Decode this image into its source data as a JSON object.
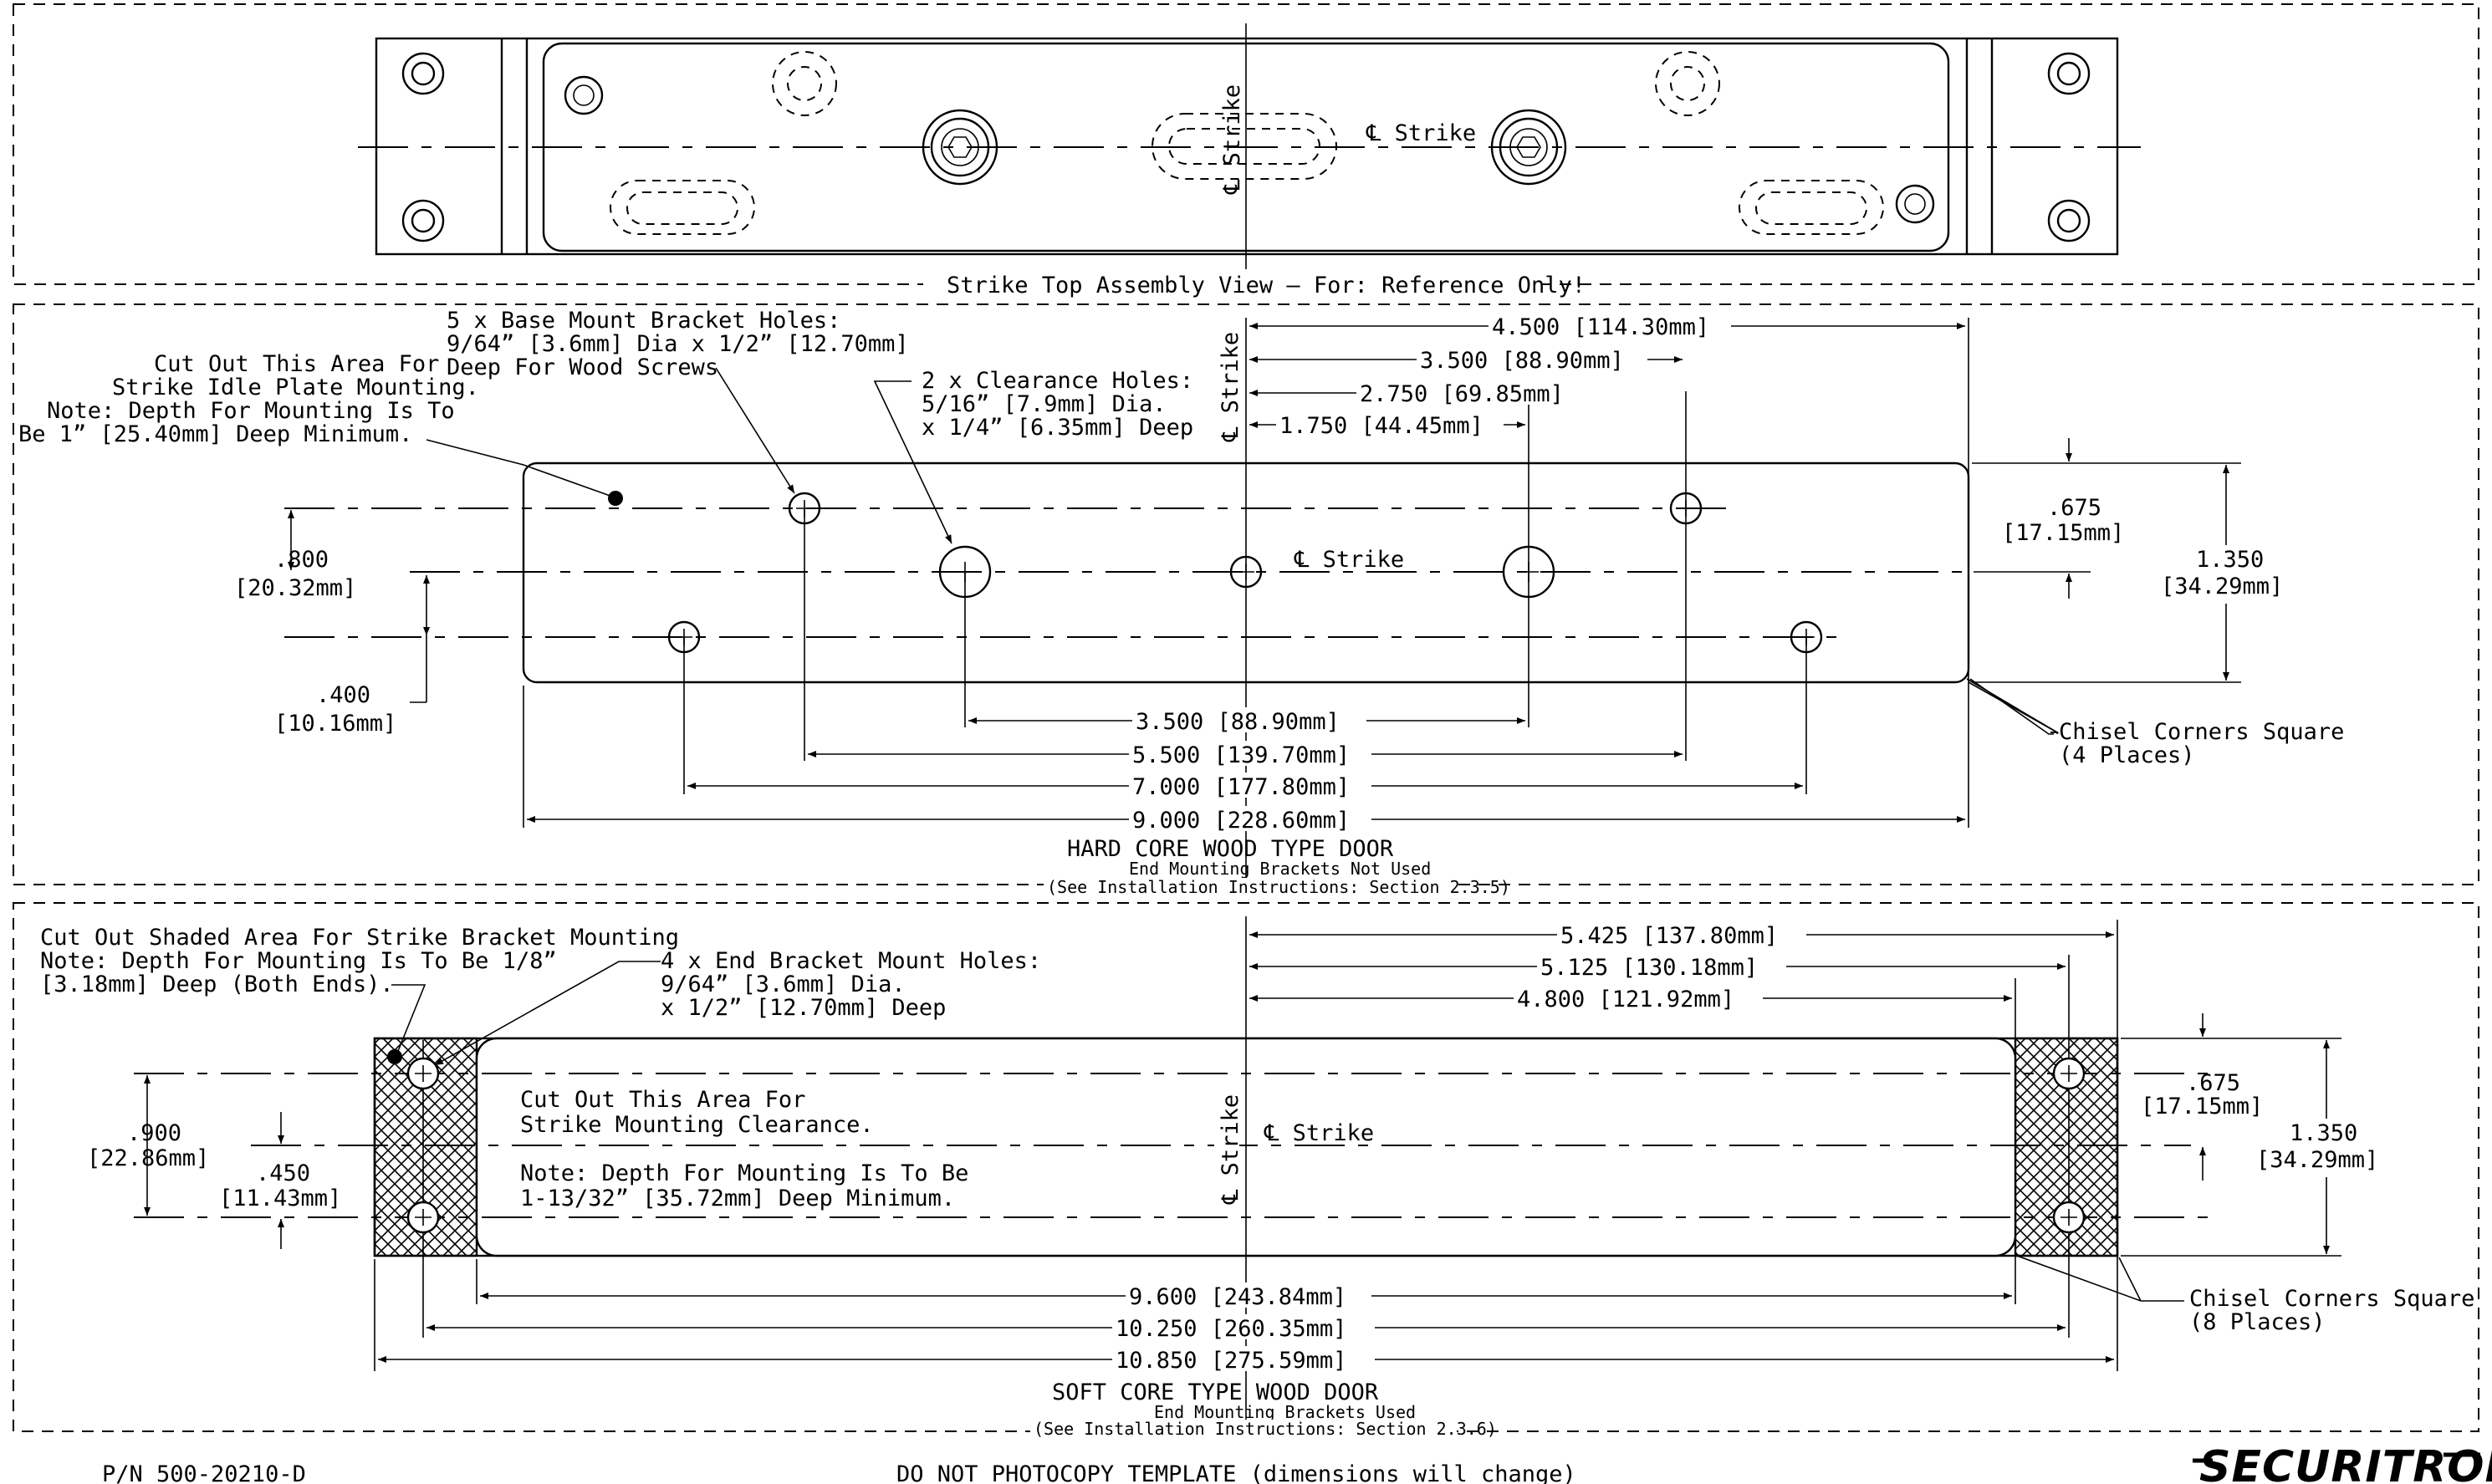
{
  "top_view": {
    "caption": "Strike Top Assembly View — For: Reference Only!",
    "cl_strike_vertical": "℄ Strike",
    "cl_strike": "℄ Strike"
  },
  "hard_core": {
    "base_holes_note": [
      "5 x Base Mount Bracket Holes:",
      "9/64” [3.6mm] Dia x 1/2” [12.70mm]",
      "Deep For Wood Screws"
    ],
    "cutout_note": [
      "Cut Out This Area For",
      "Strike Idle Plate Mounting.",
      "Note: Depth For Mounting Is To",
      "Be 1” [25.40mm] Deep Minimum."
    ],
    "clearance_note": [
      "2 x Clearance Holes:",
      "5/16” [7.9mm] Dia.",
      "x 1/4” [6.35mm] Deep"
    ],
    "cl_strike_vertical": "℄ Strike",
    "cl_strike": "℄ Strike",
    "dim_top": [
      "4.500 [114.30mm]",
      "3.500 [88.90mm]",
      "2.750 [69.85mm]",
      "1.750 [44.45mm]"
    ],
    "dim_bottom": [
      "3.500 [88.90mm]",
      "5.500 [139.70mm]",
      "7.000 [177.80mm]",
      "9.000 [228.60mm]"
    ],
    "dim_left_800": [
      ".800",
      "[20.32mm]"
    ],
    "dim_left_400": [
      ".400",
      "[10.16mm]"
    ],
    "dim_right_675": [
      ".675",
      "[17.15mm]"
    ],
    "dim_right_1350": [
      "1.350",
      "[34.29mm]"
    ],
    "chisel_note": [
      "Chisel Corners Square",
      "(4 Places)"
    ],
    "title": "HARD CORE WOOD TYPE DOOR",
    "sub1": "End Mounting Brackets Not Used",
    "sub2": "(See Installation Instructions: Section 2.3.5)"
  },
  "soft_core": {
    "shaded_note": [
      "Cut Out Shaded Area For Strike Bracket Mounting",
      "Note: Depth For Mounting Is To Be 1/8”",
      "[3.18mm] Deep (Both Ends)."
    ],
    "end_holes_note": [
      "4 x End Bracket Mount Holes:",
      "9/64” [3.6mm] Dia.",
      "x 1/2” [12.70mm] Deep"
    ],
    "cutout_note": [
      "Cut Out This Area For",
      "Strike Mounting Clearance."
    ],
    "depth_note": [
      "Note: Depth For Mounting Is To Be",
      "1-13/32” [35.72mm] Deep Minimum."
    ],
    "cl_strike_vertical": "℄ Strike",
    "cl_strike": "℄ Strike",
    "dim_top": [
      "5.425 [137.80mm]",
      "5.125 [130.18mm]",
      "4.800 [121.92mm]"
    ],
    "dim_bottom": [
      "9.600 [243.84mm]",
      "10.250 [260.35mm]",
      "10.850 [275.59mm]"
    ],
    "dim_left_900": [
      ".900",
      "[22.86mm]"
    ],
    "dim_left_450": [
      ".450",
      "[11.43mm]"
    ],
    "dim_right_675": [
      ".675",
      "[17.15mm]"
    ],
    "dim_right_1350": [
      "1.350",
      "[34.29mm]"
    ],
    "chisel_note": [
      "Chisel Corners Square",
      "(8 Places)"
    ],
    "title": "SOFT CORE TYPE WOOD DOOR",
    "sub1": "End Mounting Brackets Used",
    "sub2": "(See Installation Instructions: Section 2.3.6)"
  },
  "footer": {
    "part_number": "P/N 500-20210-D",
    "warning": "DO NOT PHOTOCOPY TEMPLATE (dimensions will change)",
    "logo": "SECURITRON"
  }
}
